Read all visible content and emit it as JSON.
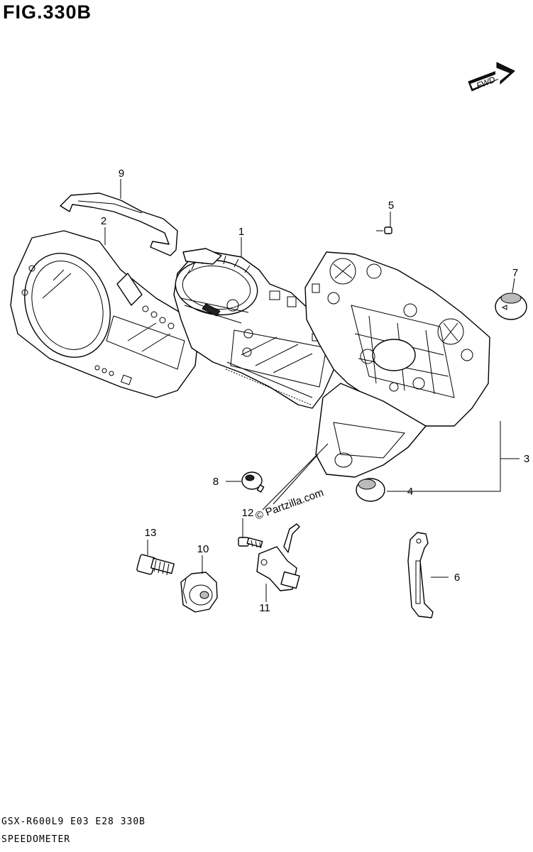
{
  "figure": {
    "title": "FIG.330B",
    "fwd_label": "FWD",
    "watermark": "© Partzilla.com",
    "footer_model": "GSX-R600L9 E03 E28 330B",
    "footer_section": "SPEEDOMETER"
  },
  "callouts": [
    "1",
    "2",
    "3",
    "4",
    "5",
    "6",
    "7",
    "8",
    "9",
    "10",
    "11",
    "12",
    "13"
  ]
}
